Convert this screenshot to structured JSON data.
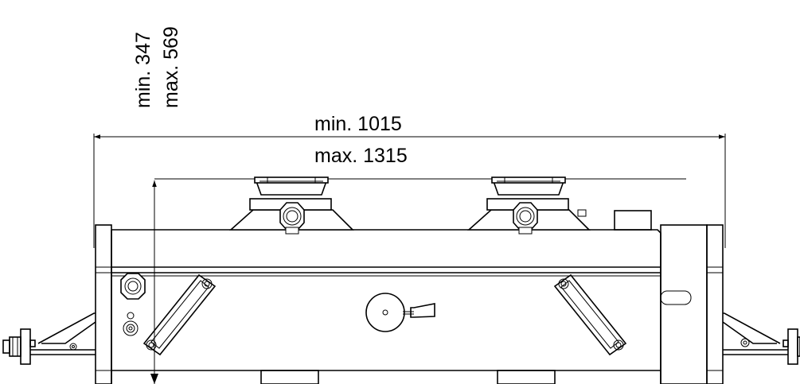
{
  "dimensions": {
    "width_min": "min. 1015",
    "width_max": "max. 1315",
    "height_min": "min. 347",
    "height_max": "max. 569"
  }
}
